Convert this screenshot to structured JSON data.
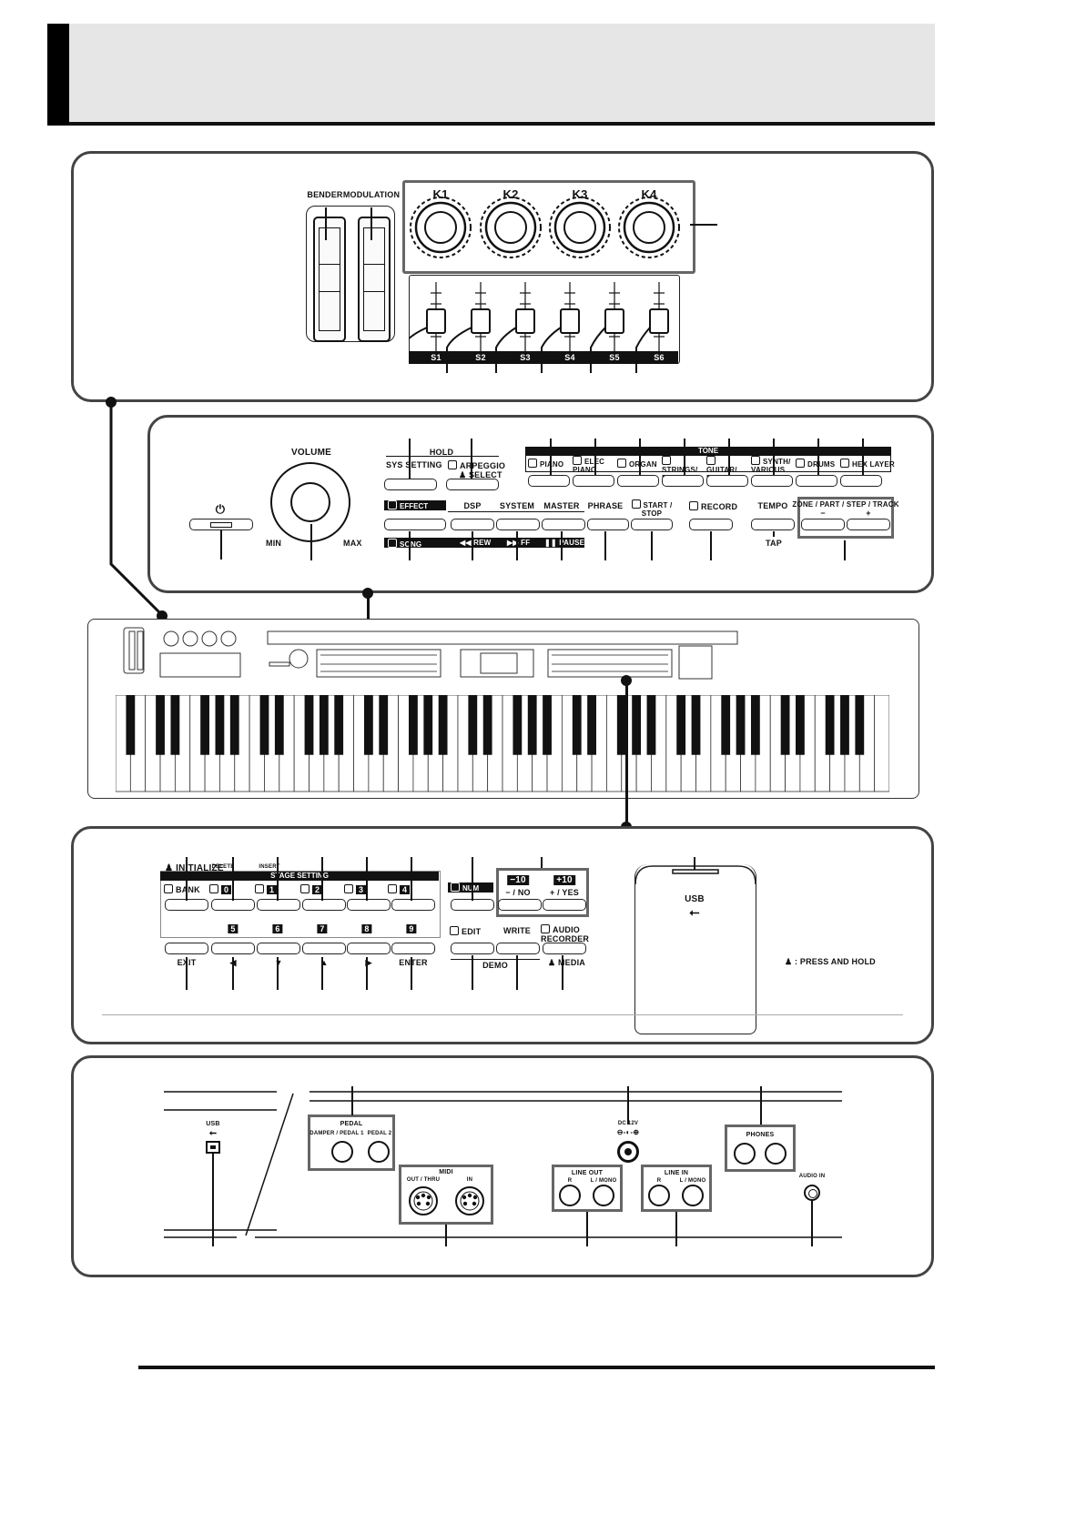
{
  "top": {
    "bender": "BENDER",
    "modulation": "MODULATION",
    "knobs": [
      "K1",
      "K2",
      "K3",
      "K4"
    ],
    "sliders": [
      "S1",
      "S2",
      "S3",
      "S4",
      "S5",
      "S6"
    ]
  },
  "mid": {
    "power_symbol": "⏻",
    "volume": "VOLUME",
    "min": "MIN",
    "max": "MAX",
    "hold": "HOLD",
    "sys_setting": "SYS SETTING",
    "arpeggio": "ARPEGGIO",
    "select": "SELECT",
    "tone": "TONE",
    "tones": [
      "PIANO",
      "ELEC PIANO",
      "ORGAN",
      "STRINGS/ BRASS",
      "GUITAR/ BASS",
      "SYNTH/ VARIOUS",
      "DRUMS",
      "HEX LAYER"
    ],
    "effect": "EFFECT",
    "dsp": "DSP",
    "system": "SYSTEM",
    "master": "MASTER",
    "phrase": "PHRASE",
    "start_stop": "START / STOP",
    "record": "RECORD",
    "tempo": "TEMPO",
    "zone": "ZONE / PART / STEP / TRACK",
    "minus": "−",
    "plus": "+",
    "song": "SONG",
    "rew": "REW",
    "ff": "FF",
    "pause": "PAUSE",
    "tap": "TAP"
  },
  "bottom": {
    "initialize": "INITIALIZE",
    "delete": "DELETE",
    "insert": "INSERT",
    "stage_setting": "STAGE SETTING",
    "bank": "BANK",
    "nums_top": [
      "0",
      "1",
      "2",
      "3",
      "4"
    ],
    "nums_bottom": [
      "5",
      "6",
      "7",
      "8",
      "9"
    ],
    "num_key": "NUM KEY",
    "m10": "−10",
    "p10": "+10",
    "no": "− / NO",
    "yes": "+ / YES",
    "edit_check": "EDIT",
    "write": "WRITE",
    "audio_recorder": "AUDIO RECORDER",
    "row2": [
      "EXIT",
      "◀",
      "▼",
      "▲",
      "▶",
      "ENTER"
    ],
    "demo": "DEMO",
    "media": "MEDIA",
    "usb": "USB",
    "legend": ": PRESS AND HOLD"
  },
  "rear": {
    "usb": "USB",
    "pedal": "PEDAL",
    "damper": "DAMPER / PEDAL 1",
    "pedal2": "PEDAL 2",
    "midi": "MIDI",
    "out_thru": "OUT / THRU",
    "in": "IN",
    "dc": "DC 12V",
    "line_out": "LINE OUT",
    "line_in": "LINE IN",
    "r": "R",
    "l_mono": "L / MONO",
    "phones": "PHONES",
    "audio_in": "AUDIO IN"
  }
}
